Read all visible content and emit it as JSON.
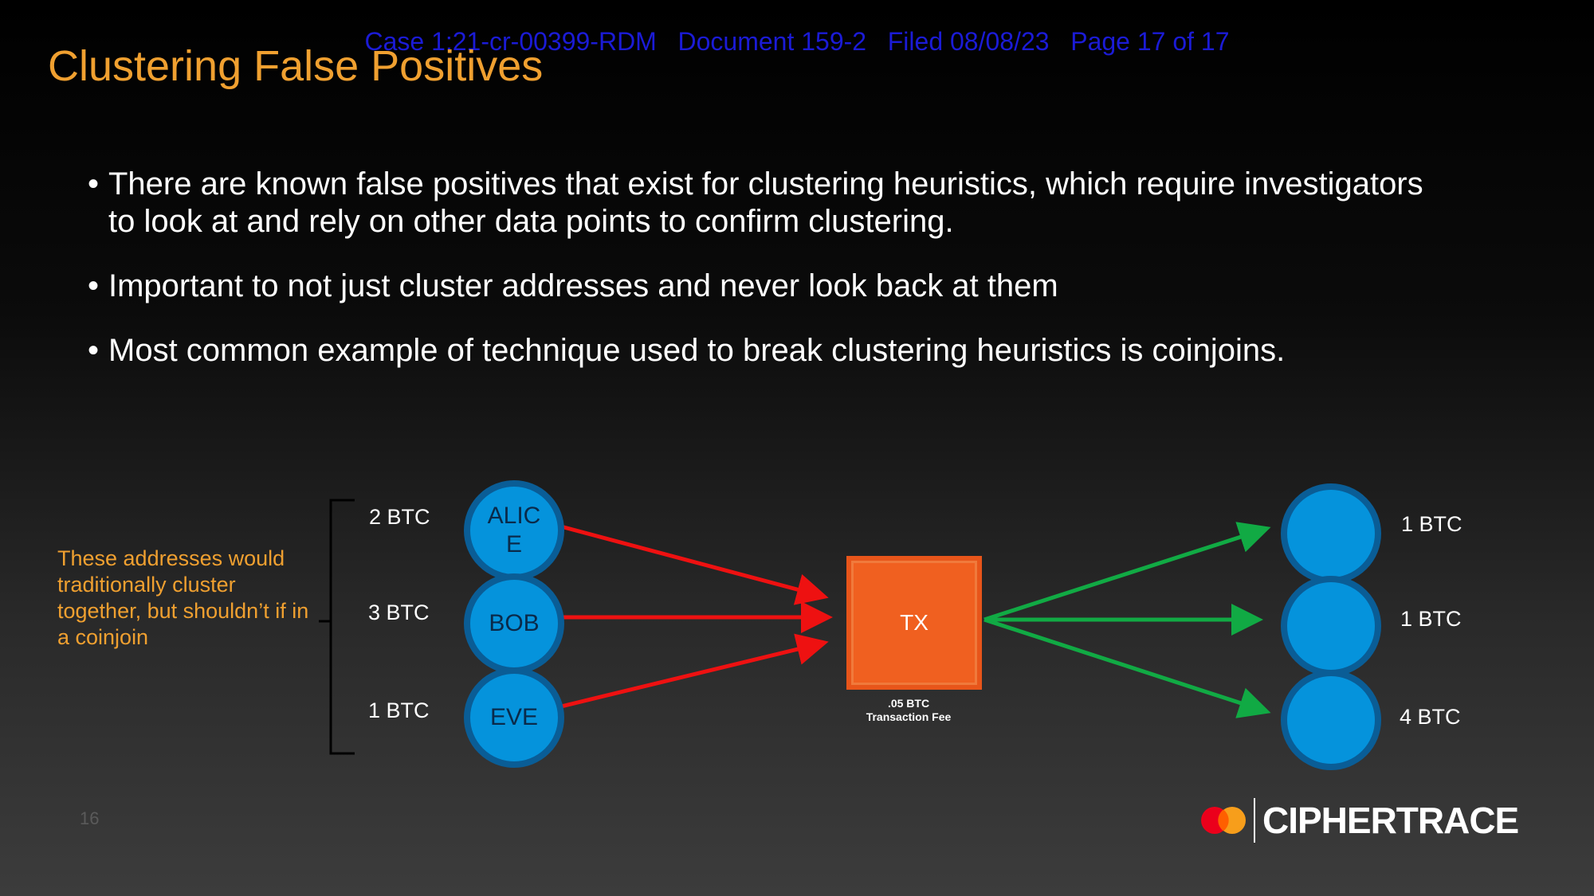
{
  "case_header": "Case 1:21-cr-00399-RDM   Document 159-2   Filed 08/08/23   Page 17 of 17",
  "title": "Clustering False Positives",
  "bullets": [
    "There are known false positives that exist for clustering heuristics, which require investigators to look at and rely on other data points to confirm clustering.",
    "Important to not just cluster addresses and never look back at them",
    "Most common example of technique used to break clustering heuristics is coinjoins."
  ],
  "diagram": {
    "note": "These addresses would traditionally cluster together, but shouldn’t if in a coinjoin",
    "inputs": [
      {
        "amount": "2 BTC",
        "name": "ALIC\nE"
      },
      {
        "amount": "3 BTC",
        "name": "BOB"
      },
      {
        "amount": "1 BTC",
        "name": "EVE"
      }
    ],
    "transaction": {
      "label": "TX",
      "fee_amount": ".05 BTC",
      "fee_label": "Transaction Fee"
    },
    "outputs": [
      {
        "amount": "1 BTC"
      },
      {
        "amount": "1 BTC"
      },
      {
        "amount": "4 BTC"
      }
    ],
    "colors": {
      "input_arrow": "#ee1111",
      "output_arrow": "#11aa44",
      "node": "#0593dc",
      "tx": "#f06020"
    }
  },
  "page_number": "16",
  "brand": {
    "name": "CIPHERTRACE",
    "logo_icon": "mastercard-logo-icon"
  }
}
